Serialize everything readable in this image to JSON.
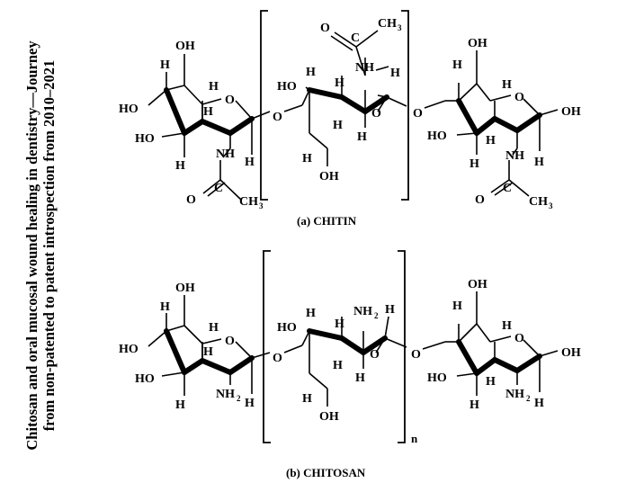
{
  "page_title_lines": [
    "Chitosan and oral mucosal wound healing in dentistry—Journey",
    "from non-patented to patent introspection from 2010–2021"
  ],
  "captions": {
    "chitin": "(a) CHITIN",
    "chitosan": "(b) CHITOSAN"
  },
  "repeat_label": "n",
  "atom_labels": {
    "oh": "OH",
    "ho": "HO",
    "h": "H",
    "o": "O",
    "c": "C",
    "nh": "NH",
    "ch3": "CH",
    "nh2": "NH",
    "three": "3",
    "two": "2"
  }
}
